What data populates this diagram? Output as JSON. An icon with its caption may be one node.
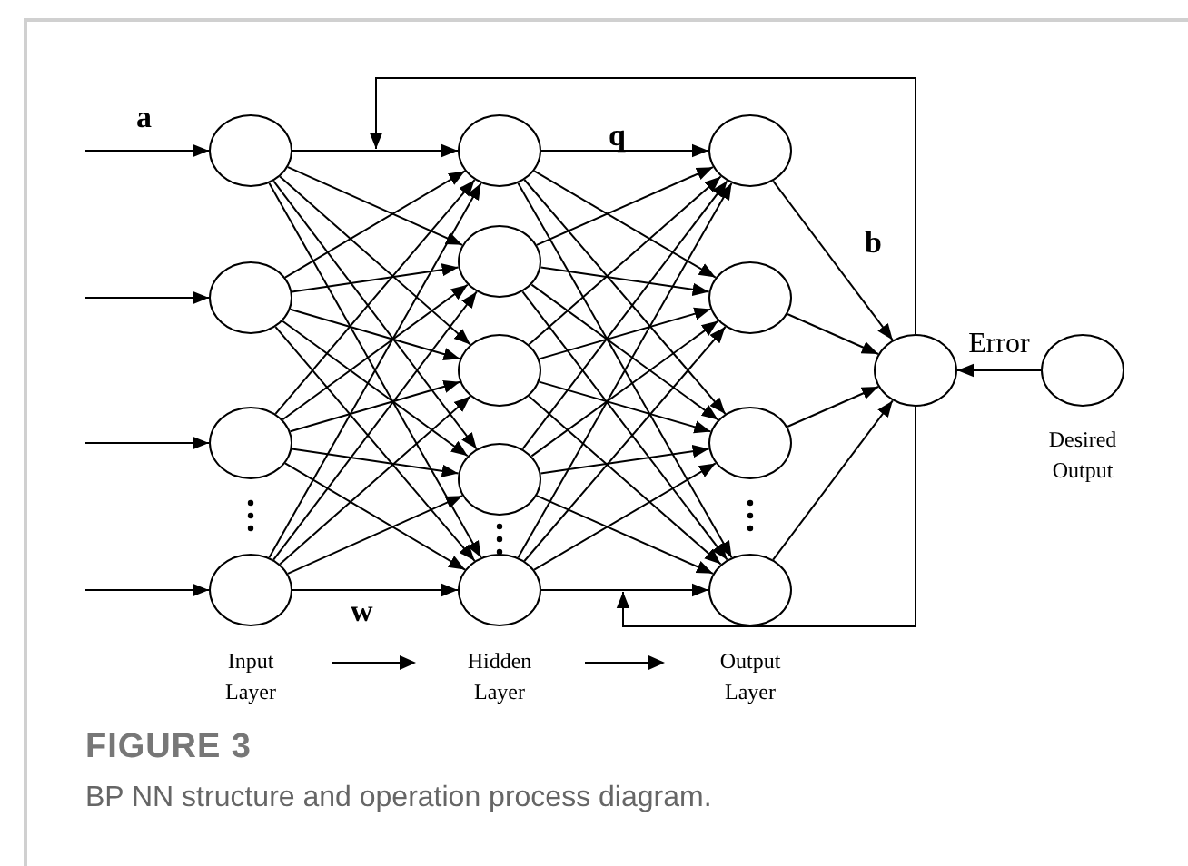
{
  "diagram": {
    "title": "FIGURE 3",
    "caption": "BP NN structure and operation process diagram.",
    "nodes": [
      {
        "text": [],
        "shape": "circle"
      },
      {
        "text": [],
        "shape": "circle"
      },
      {
        "text": [],
        "shape": "circle"
      },
      {
        "text": [],
        "shape": "circle"
      },
      {
        "text": [],
        "shape": "circle"
      },
      {
        "text": [],
        "shape": "circle"
      },
      {
        "text": [],
        "shape": "circle"
      },
      {
        "text": [],
        "shape": "circle"
      },
      {
        "text": [],
        "shape": "circle"
      },
      {
        "text": [],
        "shape": "circle"
      },
      {
        "text": [],
        "shape": "circle"
      },
      {
        "text": [],
        "shape": "circle"
      },
      {
        "text": [],
        "shape": "circle"
      },
      {
        "text": [],
        "shape": "circle"
      },
      {
        "text": [],
        "shape": "circle",
        "beside": [
          "Desired Output"
        ]
      }
    ],
    "edges": [
      {
        "from": null,
        "to": 0,
        "arrow": "to"
      },
      {
        "from": null,
        "to": 1,
        "arrow": "to"
      },
      {
        "from": null,
        "to": 2,
        "arrow": "to"
      },
      {
        "from": null,
        "to": 3,
        "arrow": "to"
      },
      {
        "from": 0,
        "to": 4,
        "arrow": "to"
      },
      {
        "from": 0,
        "to": 5,
        "arrow": "to"
      },
      {
        "from": 0,
        "to": 6,
        "arrow": "to"
      },
      {
        "from": 0,
        "to": 7,
        "arrow": "to"
      },
      {
        "from": 0,
        "to": 8,
        "arrow": "to"
      },
      {
        "from": 1,
        "to": 4,
        "arrow": "to"
      },
      {
        "from": 1,
        "to": 5,
        "arrow": "to"
      },
      {
        "from": 1,
        "to": 6,
        "arrow": "to"
      },
      {
        "from": 1,
        "to": 7,
        "arrow": "to"
      },
      {
        "from": 1,
        "to": 8,
        "arrow": "to"
      },
      {
        "from": 2,
        "to": 4,
        "arrow": "to"
      },
      {
        "from": 2,
        "to": 5,
        "arrow": "to"
      },
      {
        "from": 2,
        "to": 6,
        "arrow": "to"
      },
      {
        "from": 2,
        "to": 7,
        "arrow": "to"
      },
      {
        "from": 2,
        "to": 8,
        "arrow": "to"
      },
      {
        "from": 3,
        "to": 4,
        "arrow": "to"
      },
      {
        "from": 3,
        "to": 5,
        "arrow": "to"
      },
      {
        "from": 3,
        "to": 6,
        "arrow": "to"
      },
      {
        "from": 3,
        "to": 7,
        "arrow": "to"
      },
      {
        "from": 3,
        "to": 8,
        "arrow": "to"
      },
      {
        "from": 4,
        "to": 9,
        "arrow": "to"
      },
      {
        "from": 4,
        "to": 10,
        "arrow": "to"
      },
      {
        "from": 4,
        "to": 11,
        "arrow": "to"
      },
      {
        "from": 4,
        "to": 12,
        "arrow": "to"
      },
      {
        "from": 5,
        "to": 9,
        "arrow": "to"
      },
      {
        "from": 5,
        "to": 10,
        "arrow": "to"
      },
      {
        "from": 5,
        "to": 11,
        "arrow": "to"
      },
      {
        "from": 5,
        "to": 12,
        "arrow": "to"
      },
      {
        "from": 6,
        "to": 9,
        "arrow": "to"
      },
      {
        "from": 6,
        "to": 10,
        "arrow": "to"
      },
      {
        "from": 6,
        "to": 11,
        "arrow": "to"
      },
      {
        "from": 6,
        "to": 12,
        "arrow": "to"
      },
      {
        "from": 7,
        "to": 9,
        "arrow": "to"
      },
      {
        "from": 7,
        "to": 10,
        "arrow": "to"
      },
      {
        "from": 7,
        "to": 11,
        "arrow": "to"
      },
      {
        "from": 7,
        "to": 12,
        "arrow": "to"
      },
      {
        "from": 8,
        "to": 9,
        "arrow": "to"
      },
      {
        "from": 8,
        "to": 10,
        "arrow": "to"
      },
      {
        "from": 8,
        "to": 11,
        "arrow": "to"
      },
      {
        "from": 8,
        "to": 12,
        "arrow": "to"
      },
      {
        "from": 9,
        "to": 13,
        "arrow": "to"
      },
      {
        "from": 10,
        "to": 13,
        "arrow": "to"
      },
      {
        "from": 11,
        "to": 13,
        "arrow": "to"
      },
      {
        "from": 12,
        "to": 13,
        "arrow": "to"
      },
      {
        "from": 14,
        "to": 13,
        "arrow": "to",
        "label": "Error"
      },
      {
        "from": 13,
        "to": null,
        "arrow": "to"
      },
      {
        "from": 13,
        "to": null,
        "arrow": "to"
      }
    ],
    "labels": [
      "a",
      "q",
      "b",
      "w",
      "Input Layer",
      "Hidden Layer",
      "Output Layer"
    ]
  }
}
